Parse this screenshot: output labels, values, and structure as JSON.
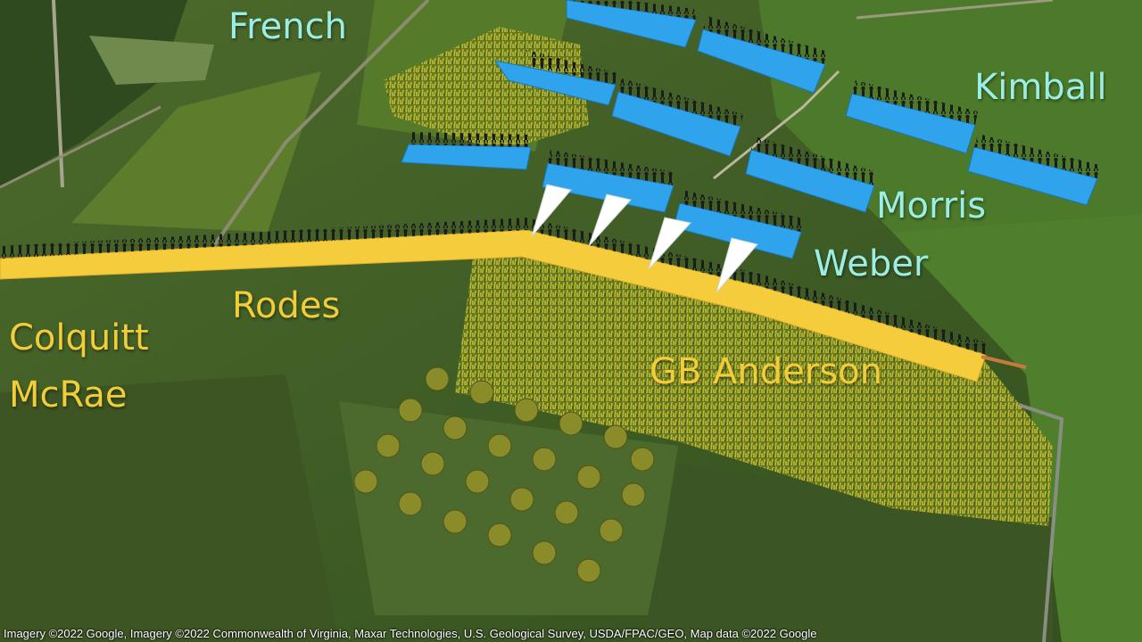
{
  "colors": {
    "union_fill": "#2fa4ec",
    "union_label": "#9beee4",
    "confederate_fill": "#f5cd3c",
    "confederate_label": "#f2cd3a",
    "advance_arrow": "#ffffff"
  },
  "union_labels": {
    "french": "French",
    "kimball": "Kimball",
    "morris": "Morris",
    "weber": "Weber"
  },
  "confederate_labels": {
    "rodes": "Rodes",
    "colquitt": "Colquitt",
    "mcrae": "McRae",
    "anderson": "GB Anderson"
  },
  "attribution": "Imagery ©2022 Google, Imagery ©2022 Commonwealth of Virginia, Maxar Technologies, U.S. Geological Survey, USDA/FPAC/GEO, Map data ©2022 Google"
}
